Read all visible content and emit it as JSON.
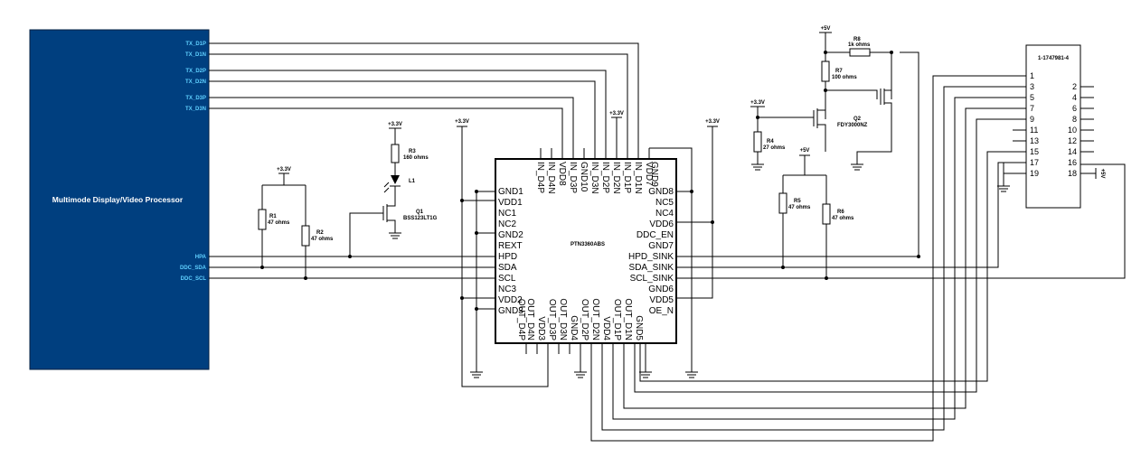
{
  "processor": {
    "title": "Multimode Display/Video Processor",
    "pins": [
      "TX_D1P",
      "TX_D1N",
      "TX_D2P",
      "TX_D2N",
      "TX_D3P",
      "TX_D3N",
      "HPA",
      "DDC_SDA",
      "DDC_SCL"
    ]
  },
  "chip": {
    "name": "PTN3360ABS",
    "left_pins": [
      "GND1",
      "VDD1",
      "NC1",
      "NC2",
      "GND2",
      "REXT",
      "HPD",
      "SDA",
      "SCL",
      "NC3",
      "VDD2",
      "GND3"
    ],
    "right_pins": [
      "GND8",
      "NC5",
      "NC4",
      "VDD6",
      "DDC_EN",
      "GND7",
      "HPD_SINK",
      "SDA_SINK",
      "SCL_SINK",
      "GND6",
      "VDD5",
      "OE_N"
    ],
    "top_pins": [
      "IN_D4P",
      "IN_D4N",
      "VDD8",
      "IN_D3P",
      "GND10",
      "IN_D3N",
      "IN_D2P",
      "IN_D2N",
      "IN_D1P",
      "IN_D1N",
      "VDD7",
      "GND9"
    ],
    "bottom_pins": [
      "OUT_D4P",
      "OUT_D4N",
      "VDD3",
      "OUT_D3P",
      "OUT_D3N",
      "GND4",
      "OUT_D2P",
      "OUT_D2N",
      "VDD4",
      "OUT_D1P",
      "OUT_D1N",
      "GND5"
    ]
  },
  "connector": {
    "name": "1-1747981-4",
    "left_pins": [
      "1",
      "3",
      "5",
      "7",
      "9",
      "11",
      "13",
      "15",
      "17",
      "19"
    ],
    "right_pins": [
      "2",
      "4",
      "6",
      "8",
      "10",
      "12",
      "14",
      "16",
      "18"
    ]
  },
  "components": {
    "r1": {
      "ref": "R1",
      "value": "47 ohms"
    },
    "r2": {
      "ref": "R2",
      "value": "47 ohms"
    },
    "r3": {
      "ref": "R3",
      "value": "160 ohms"
    },
    "r4": {
      "ref": "R4",
      "value": "27 ohms"
    },
    "r5": {
      "ref": "R5",
      "value": "47 ohms"
    },
    "r6": {
      "ref": "R6",
      "value": "47 ohms"
    },
    "r7": {
      "ref": "R7",
      "value": "100 ohms"
    },
    "r8": {
      "ref": "R8",
      "value": "1k ohms"
    },
    "l1": {
      "ref": "L1"
    },
    "q1": {
      "ref": "Q1",
      "value": "BSS123LT1G"
    },
    "q2": {
      "ref": "Q2",
      "value": "FDY3000NZ"
    }
  },
  "power": {
    "v33": "+3.3V",
    "v5": "+5V"
  },
  "colors": {
    "processor_fill": "#003f7f",
    "processor_text": "#ffffff",
    "processor_pin_text": "#5fd0ff",
    "wire": "#000000"
  }
}
